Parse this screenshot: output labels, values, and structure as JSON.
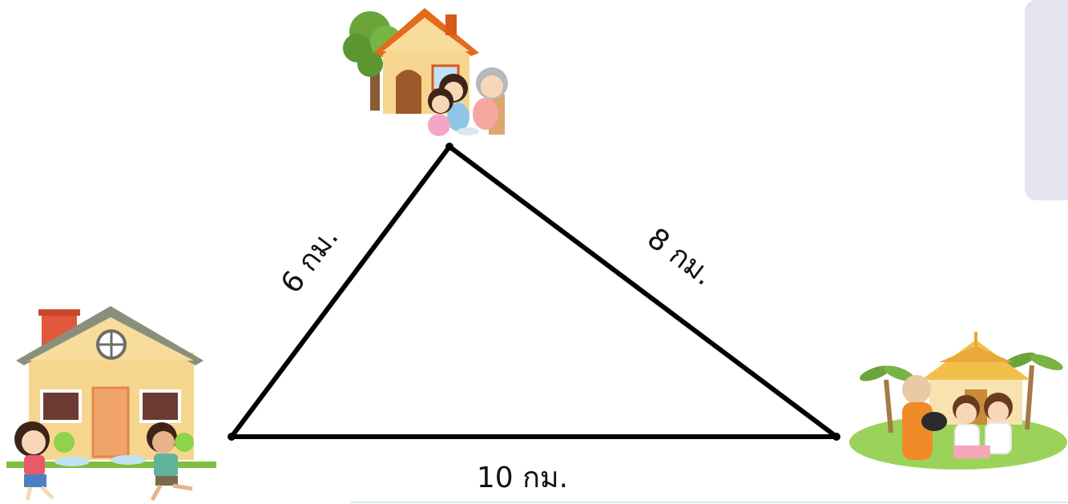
{
  "diagram": {
    "edges": [
      {
        "id": "left-edge",
        "from": "home-left",
        "to": "home-top",
        "label": "6 กม."
      },
      {
        "id": "right-edge",
        "from": "home-top",
        "to": "temple",
        "label": "8 กม."
      },
      {
        "id": "bottom-edge",
        "from": "home-left",
        "to": "temple",
        "label": "10 กม."
      }
    ],
    "colors": {
      "line": "#000000",
      "panel": "#e6e2ef",
      "house_wall": "#f6d68e",
      "roof_orange": "#e26b1c",
      "roof_grey": "#8a8f7d",
      "door_orange": "#f0a46a",
      "temple_gold": "#f2c04a",
      "grass": "#9bd35a",
      "tree": "#6aa43a"
    },
    "icons": [
      "house-icon",
      "family-icon",
      "tree-icon",
      "temple-icon",
      "children-icon",
      "monk-icon",
      "palm-icon"
    ]
  }
}
